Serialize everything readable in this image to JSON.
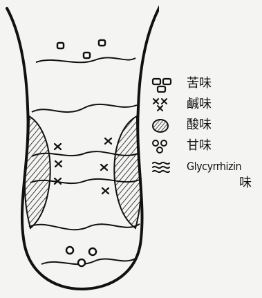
{
  "legend": {
    "items": [
      {
        "symbol": "bitter-squares-icon",
        "label": "苦味"
      },
      {
        "symbol": "salty-crosses-icon",
        "label": "鹹味"
      },
      {
        "symbol": "sour-hatched-icon",
        "label": "酸味"
      },
      {
        "symbol": "sweet-circles-icon",
        "label": "甘味"
      },
      {
        "symbol": "glycyrrhizin-waves-icon",
        "label": "Glycyrrhizin",
        "label_line2": "味"
      }
    ]
  }
}
